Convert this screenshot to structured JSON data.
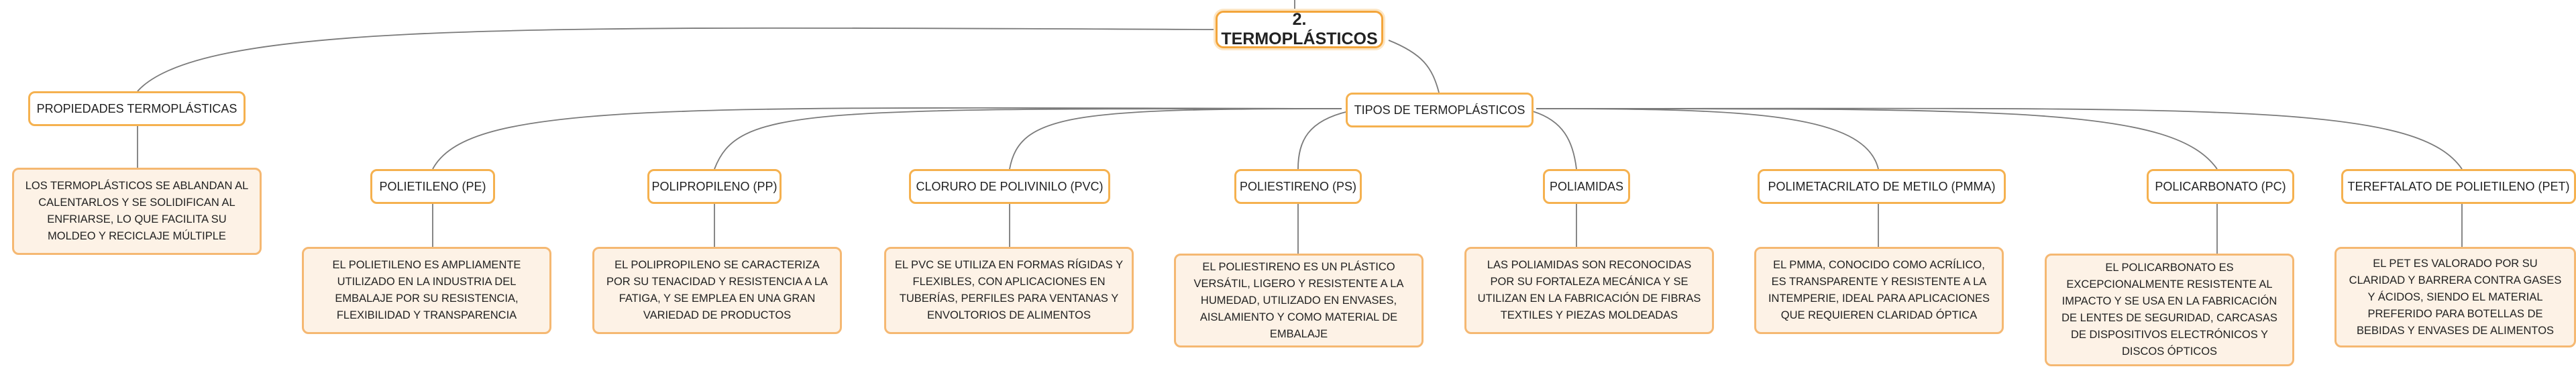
{
  "root": {
    "title": "2. TERMOPLÁSTICOS"
  },
  "propiedades": {
    "label": "PROPIEDADES TERMOPLÁSTICAS",
    "description": "LOS TERMOPLÁSTICOS SE ABLANDAN AL CALENTARLOS Y SE SOLIDIFICAN AL ENFRIARSE, LO QUE FACILITA SU MOLDEO Y RECICLAJE MÚLTIPLE"
  },
  "tipos": {
    "label": "TIPOS DE TERMOPLÁSTICOS",
    "items": [
      {
        "label": "POLIETILENO (PE)",
        "description": "EL POLIETILENO ES AMPLIAMENTE UTILIZADO EN LA INDUSTRIA DEL EMBALAJE POR SU RESISTENCIA, FLEXIBILIDAD Y TRANSPARENCIA"
      },
      {
        "label": "POLIPROPILENO (PP)",
        "description": "EL POLIPROPILENO SE CARACTERIZA POR SU TENACIDAD Y RESISTENCIA A LA FATIGA, Y SE EMPLEA EN UNA GRAN VARIEDAD DE PRODUCTOS"
      },
      {
        "label": "CLORURO DE POLIVINILO (PVC)",
        "description": "EL PVC SE UTILIZA EN FORMAS RÍGIDAS Y FLEXIBLES, CON APLICACIONES EN TUBERÍAS, PERFILES PARA VENTANAS Y ENVOLTORIOS DE ALIMENTOS"
      },
      {
        "label": "POLIESTIRENO (PS)",
        "description": "EL POLIESTIRENO ES UN PLÁSTICO VERSÁTIL, LIGERO Y RESISTENTE A LA HUMEDAD, UTILIZADO EN ENVASES, AISLAMIENTO Y COMO MATERIAL DE EMBALAJE"
      },
      {
        "label": "POLIAMIDAS",
        "description": "LAS POLIAMIDAS SON RECONOCIDAS POR SU FORTALEZA MECÁNICA Y SE UTILIZAN EN LA FABRICACIÓN DE FIBRAS TEXTILES Y PIEZAS MOLDEADAS"
      },
      {
        "label": "POLIMETACRILATO DE METILO (PMMA)",
        "description": "EL PMMA, CONOCIDO COMO ACRÍLICO, ES TRANSPARENTE Y RESISTENTE A LA INTEMPERIE, IDEAL PARA APLICACIONES QUE REQUIEREN CLARIDAD ÓPTICA"
      },
      {
        "label": "POLICARBONATO (PC)",
        "description": "EL POLICARBONATO ES EXCEPCIONALMENTE RESISTENTE AL IMPACTO Y SE USA EN LA FABRICACIÓN DE LENTES DE SEGURIDAD, CARCASAS DE DISPOSITIVOS ELECTRÓNICOS Y DISCOS ÓPTICOS"
      },
      {
        "label": "TEREFTALATO DE POLIETILENO (PET)",
        "description": "EL PET ES VALORADO POR SU CLARIDAD Y BARRERA CONTRA GASES Y ÁCIDOS, SIENDO EL MATERIAL PREFERIDO PARA BOTELLAS DE BEBIDAS Y ENVASES DE ALIMENTOS"
      }
    ]
  }
}
